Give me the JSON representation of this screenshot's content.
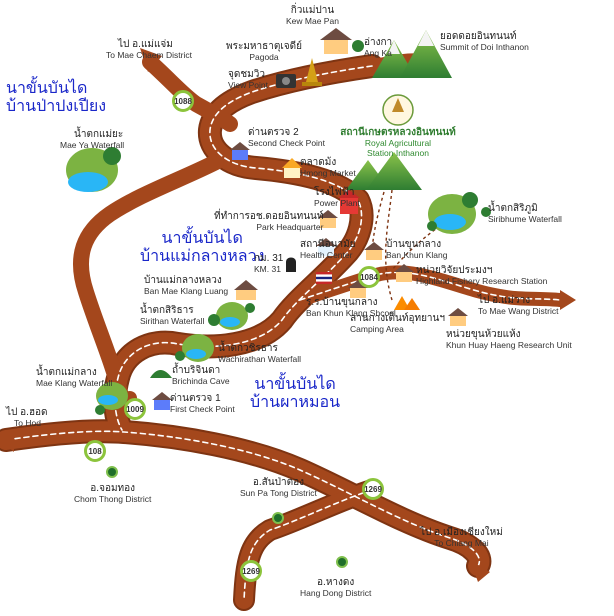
{
  "map": {
    "region_labels": [
      {
        "id": "ban-pa-pong-piang",
        "line1": "นาขั้นบันได",
        "line2": "บ้านป่าปงเปียง"
      },
      {
        "id": "ban-mae-klang-luang",
        "line1": "นาขั้นบันได",
        "line2": "บ้านแม่กลางหลวง"
      },
      {
        "id": "ban-pha-mon",
        "line1": "นาขั้นบันได",
        "line2": "บ้านผาหมอน"
      }
    ],
    "places": {
      "kew_mae_pan": {
        "th": "กิ่วแม่ปาน",
        "en": "Kew Mae Pan"
      },
      "summit": {
        "th": "ยอดดอยอินทนนท์",
        "en": "Summit of Doi Inthanon"
      },
      "pagoda": {
        "th": "พระมหาธาตุเจดีย์",
        "en": "Pagoda"
      },
      "ang_ka": {
        "th": "อ่างกา",
        "en": "Ang Ka"
      },
      "view_point": {
        "th": "จุดชมวิว",
        "en": "View Point"
      },
      "mae_chaem": {
        "th": "ไป อ.แม่แจ่ม",
        "en": "To Mae Chaem District"
      },
      "royal_station": {
        "th": "สถานีเกษตรหลวงอินทนนท์",
        "en1": "Royal Agricultural",
        "en2": "Station Inthanon"
      },
      "second_check": {
        "th": "ด่านตรวจ 2",
        "en": "Second Check Point"
      },
      "mae_ya": {
        "th": "น้ำตกแม่ยะ",
        "en": "Mae Ya Waterfall"
      },
      "hmong_market": {
        "th": "ตลาดม้ง",
        "en": "Hmong Market"
      },
      "power_plant": {
        "th": "โรงไฟฟ้า",
        "en": "Power Plant"
      },
      "park_hq": {
        "th": "ที่ทำการอช.ดอยอินทนนท์",
        "en": "Park Headquarter"
      },
      "siribhume": {
        "th": "น้ำตกสิริภูมิ",
        "en": "Siribhume Waterfall"
      },
      "health_center": {
        "th": "สถานีอนามัย",
        "en": "Health Center"
      },
      "km31": {
        "th": "กม. 31",
        "en": "KM. 31"
      },
      "ban_khun_klang": {
        "th": "บ้านขุนกลาง",
        "en": "Ban Khun Klang"
      },
      "fishery": {
        "th": "หน่วยวิจัยประมงฯ",
        "en": "Highland Fishery Research Station"
      },
      "ban_mae_klang_luang": {
        "th": "บ้านแม่กลางหลวง",
        "en": "Ban Mae Klang Luang"
      },
      "mae_wang": {
        "th": "ไป อ.แม่วาง",
        "en": "To Mae Wang District"
      },
      "school": {
        "th": "ร.ร.บ้านขุนกลาง",
        "en": "Ban Khun Klang Shcool"
      },
      "sirithan": {
        "th": "น้ำตกสิริธาร",
        "en": "Sirithan Waterfall"
      },
      "camping": {
        "th": "ลานกางเต็นท์อุทยานฯ",
        "en": "Camping Area"
      },
      "huay_haeng": {
        "th": "หน่วยขุนห้วยแห้ง",
        "en": "Khun Huay Haeng Research Unit"
      },
      "wachirathan": {
        "th": "น้ำตกวชิรธาร",
        "en": "Wachirathan Waterfall"
      },
      "brichinda": {
        "th": "ถ้ำบริจินดา",
        "en": "Brichinda Cave"
      },
      "mae_klang": {
        "th": "น้ำตกแม่กลาง",
        "en": "Mae Klang Waterfall"
      },
      "first_check": {
        "th": "ด่านตรวจ 1",
        "en": "First Check Point"
      },
      "hod": {
        "th": "ไป อ.ฮอด",
        "en": "To Hod"
      },
      "chom_thong": {
        "th": "อ.จอมทอง",
        "en": "Chom Thong District"
      },
      "sun_pa_tong": {
        "th": "อ.สันป่าตอง",
        "en": "Sun Pa Tong District"
      },
      "chiang_mai": {
        "th": "ไป อ.เมืองเชียงใหม่",
        "en": "To Chiang Mai"
      },
      "hang_dong": {
        "th": "อ.หางดง",
        "en": "Hang Dong District"
      }
    },
    "routes": [
      "1088",
      "1084",
      "1009",
      "108",
      "1269",
      "1269"
    ],
    "colors": {
      "road": "#a4471c",
      "road_edge": "#7e3412",
      "dash": "#ffffff",
      "route_ring": "#8cc43c",
      "district": "#1f6e2a",
      "region_text": "#1a27c9"
    }
  }
}
